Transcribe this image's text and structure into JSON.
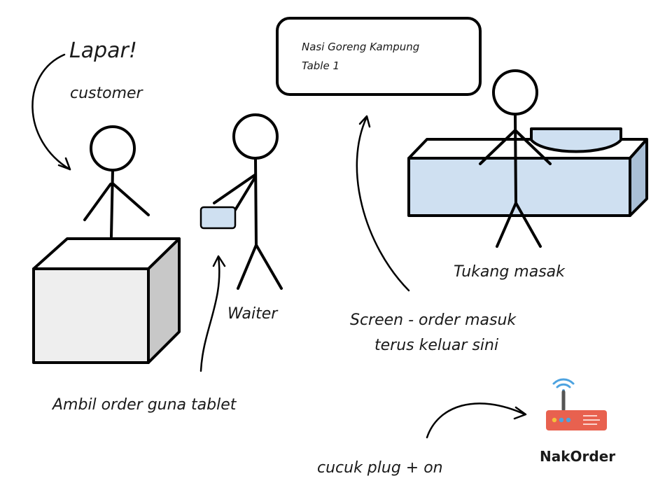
{
  "labels": {
    "lapar": "Lapar!",
    "customer": "customer",
    "waiter": "Waiter",
    "ambil": "Ambil order guna tablet",
    "screen_line1": "Screen - order masuk",
    "screen_line2": "terus keluar sini",
    "tukang": "Tukang masak",
    "cucuk": "cucuk plug + on",
    "brand": "NakOrder"
  },
  "screen": {
    "line1": "Nasi Goreng Kampung",
    "line2": "Table 1"
  },
  "colors": {
    "counter_front": "#eeeeee",
    "counter_side": "#c8c8c8",
    "kitchen_front": "#cfe0f1",
    "kitchen_side": "#a9bfd6",
    "tablet": "#cfe0f1",
    "router_body": "#e8614f",
    "router_lights": [
      "#f3c13a",
      "#4da3e0",
      "#4da3e0"
    ],
    "wifi": "#4da3e0"
  },
  "icons": {
    "router": "router-icon",
    "wifi": "wifi-icon"
  }
}
